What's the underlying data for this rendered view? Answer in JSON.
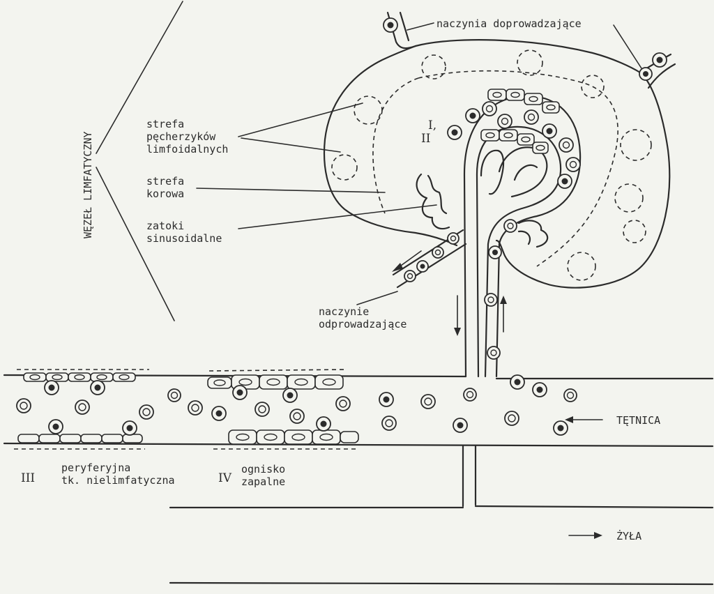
{
  "labels": {
    "node_title": "WĘZEŁ LIMFATYCZNY",
    "afferent": "naczynia doprowadzające",
    "follicle_zone_1": "strefa",
    "follicle_zone_2": "pęcherzyków",
    "follicle_zone_3": "limfoidalnych",
    "cortex_1": "strefa",
    "cortex_2": "korowa",
    "sinus_1": "zatoki",
    "sinus_2": "sinusoidalne",
    "roman_1": "I,",
    "roman_2": "II",
    "efferent_1": "naczynie",
    "efferent_2": "odprowadzające",
    "artery": "TĘTNICA",
    "vein": "ŻYŁA",
    "roman_3": "III",
    "peripheral_1": "peryferyjna",
    "peripheral_2": "tk. nielimfatyczna",
    "roman_4": "IV",
    "inflam_1": "ognisko",
    "inflam_2": "zapalne"
  }
}
